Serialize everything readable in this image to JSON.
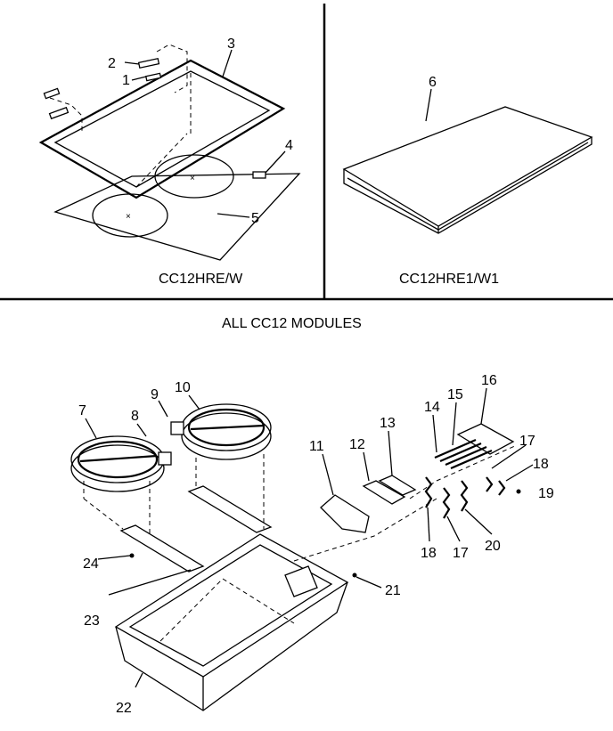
{
  "captions": {
    "top_left_model": "CC12HRE/W",
    "top_right_model": "CC12HRE1/W1",
    "section_title": "ALL CC12 MODULES"
  },
  "callouts": [
    "1",
    "2",
    "3",
    "4",
    "5",
    "6",
    "7",
    "8",
    "9",
    "10",
    "11",
    "12",
    "13",
    "14",
    "15",
    "16",
    "17",
    "18",
    "19",
    "20",
    "21",
    "22",
    "23",
    "24"
  ]
}
